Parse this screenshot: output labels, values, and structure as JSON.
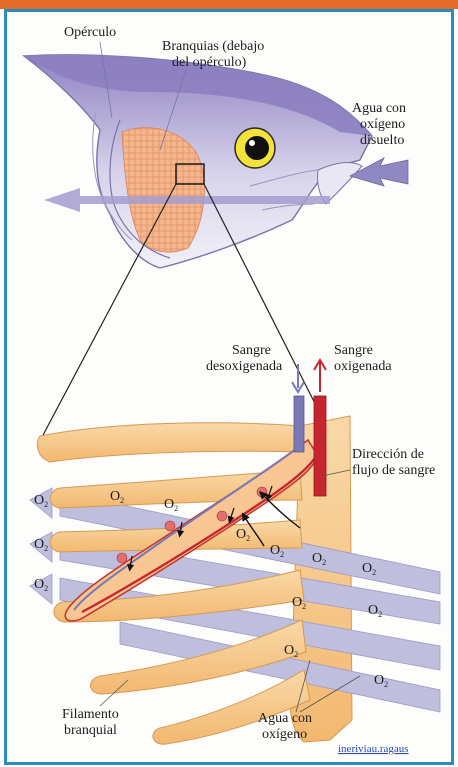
{
  "colors": {
    "accent_bar": "#e26b2a",
    "frame": "#2a8bbf",
    "fish_body": "#9b8fc8",
    "gill_filament": "#f6c98a",
    "deoxygenated_blood": "#7a78b6",
    "oxygenated_blood": "#c8262e",
    "water_stream": "#b7b6d8"
  },
  "labels": {
    "operculo": "Opérculo",
    "branquias_l1": "Branquias (debajo",
    "branquias_l2": "del opérculo)",
    "agua_l1": "Agua con",
    "agua_l2": "oxígeno",
    "agua_l3": "disuelto",
    "sangre_desox_l1": "Sangre",
    "sangre_desox_l2": "desoxigenada",
    "sangre_ox_l1": "Sangre",
    "sangre_ox_l2": "oxigenada",
    "direccion_l1": "Dirección de",
    "direccion_l2": "flujo de sangre",
    "filamento_l1": "Filamento",
    "filamento_l2": "branquial",
    "agua_bottom_l1": "Agua con",
    "agua_bottom_l2": "oxígeno",
    "o2_main": "O",
    "o2_sub": "2",
    "credit": "ineriviau.ragaus"
  }
}
